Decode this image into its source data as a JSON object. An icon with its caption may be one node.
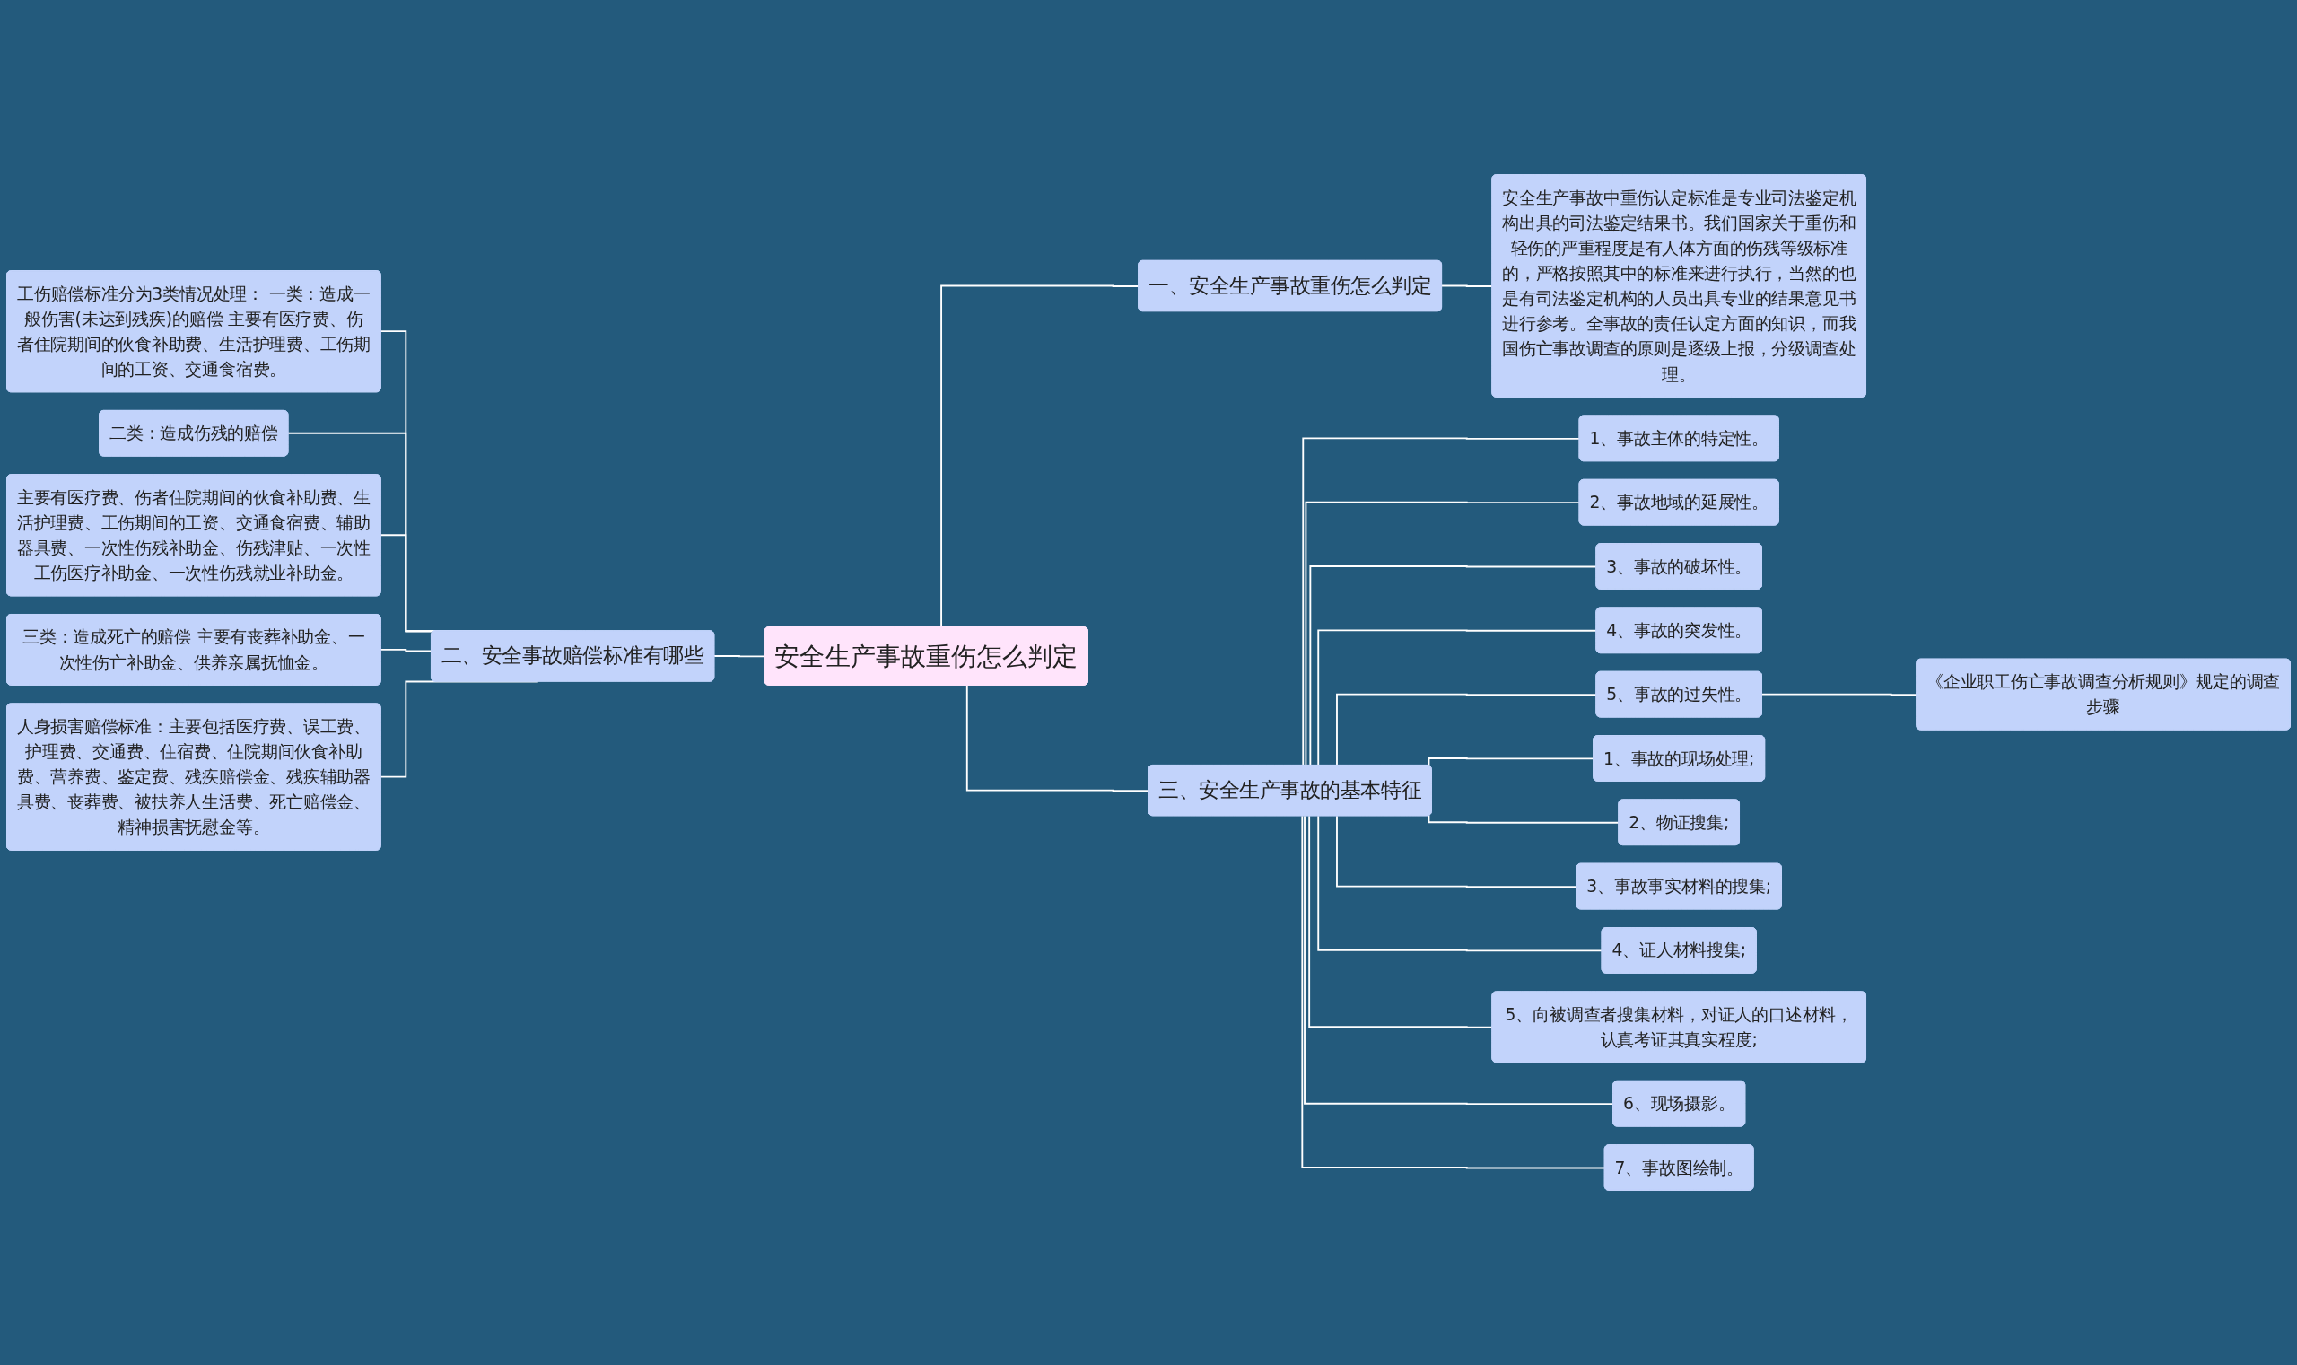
{
  "diagram": {
    "nodes": [
      {
        "text": [
          "安全生产事故重伤怎么判定"
        ]
      },
      {
        "text": [
          "一、安全生产事故重伤怎么判定"
        ]
      },
      {
        "text": [
          "安全生产事故中重伤认定标准是专业司法鉴定机构出具的司法鉴定结果书。我们国家关于重伤和轻伤的严重程度是有人体方面的伤残等级标准的，严格按照其中的标准来进行执行，当然的也是有司法鉴定机构的人员出具专业的结果意见书进行参考。全事故的责任认定方面的知识，而我国伤亡事故调查的原则是逐级上报，分级调查处理。"
        ]
      },
      {
        "text": [
          "三、安全生产事故的基本特征"
        ]
      },
      {
        "text": [
          "1、事故主体的特定性。"
        ]
      },
      {
        "text": [
          "2、事故地域的延展性。"
        ]
      },
      {
        "text": [
          "3、事故的破坏性。"
        ]
      },
      {
        "text": [
          "4、事故的突发性。"
        ]
      },
      {
        "text": [
          "5、事故的过失性。"
        ]
      },
      {
        "text": [
          "《企业职工伤亡事故调查分析规则》规定的调查步骤"
        ]
      },
      {
        "text": [
          "1、事故的现场处理;"
        ]
      },
      {
        "text": [
          "2、物证搜集;"
        ]
      },
      {
        "text": [
          "3、事故事实材料的搜集;"
        ]
      },
      {
        "text": [
          "4、证人材料搜集;"
        ]
      },
      {
        "text": [
          "5、向被调查者搜集材料，对证人的口述材料，认真考证其真实程度;"
        ]
      },
      {
        "text": [
          "6、现场摄影。"
        ]
      },
      {
        "text": [
          "7、事故图绘制。"
        ]
      },
      {
        "text": [
          "二、安全事故赔偿标准有哪些"
        ]
      },
      {
        "text": [
          "工伤赔偿标准分为3类情况处理： 一类：造成一般伤害(未达到残疾)的赔偿 主要有医疗费、伤者住院期间的伙食补助费、生活护理费、工伤期间的工资、交通食宿费。"
        ]
      },
      {
        "text": [
          "二类：造成伤残的赔偿"
        ]
      },
      {
        "text": [
          "主要有医疗费、伤者住院期间的伙食补助费、生活护理费、工伤期间的工资、交通食宿费、辅助器具费、一次性伤残补助金、伤残津贴、一次性工伤医疗补助金、一次性伤残就业补助金。"
        ]
      },
      {
        "text": [
          "三类：造成死亡的赔偿 主要有丧葬补助金、一次性伤亡补助金、供养亲属抚恤金。"
        ]
      },
      {
        "text": [
          "人身损害赔偿标准：主要包括医疗费、误工费、护理费、交通费、住宿费、住院期间伙食补助费、营养费、鉴定费、残疾赔偿金、残疾辅助器具费、丧葬费、被扶养人生活费、死亡赔偿金、精神损害抚慰金等。"
        ]
      }
    ],
    "edges": [
      {
        "from": 0,
        "to": 1,
        "arrow": "none"
      },
      {
        "from": 1,
        "to": 2,
        "arrow": "none"
      },
      {
        "from": 0,
        "to": 3,
        "arrow": "none"
      },
      {
        "from": 3,
        "to": 4,
        "arrow": "none"
      },
      {
        "from": 3,
        "to": 5,
        "arrow": "none"
      },
      {
        "from": 3,
        "to": 6,
        "arrow": "none"
      },
      {
        "from": 3,
        "to": 7,
        "arrow": "none"
      },
      {
        "from": 3,
        "to": 8,
        "arrow": "none"
      },
      {
        "from": 8,
        "to": 9,
        "arrow": "none"
      },
      {
        "from": 3,
        "to": 10,
        "arrow": "none"
      },
      {
        "from": 3,
        "to": 11,
        "arrow": "none"
      },
      {
        "from": 3,
        "to": 12,
        "arrow": "none"
      },
      {
        "from": 3,
        "to": 13,
        "arrow": "none"
      },
      {
        "from": 3,
        "to": 14,
        "arrow": "none"
      },
      {
        "from": 3,
        "to": 15,
        "arrow": "none"
      },
      {
        "from": 3,
        "to": 16,
        "arrow": "none"
      },
      {
        "from": 0,
        "to": 17,
        "arrow": "none"
      },
      {
        "from": 17,
        "to": 18,
        "arrow": "none"
      },
      {
        "from": 17,
        "to": 19,
        "arrow": "none"
      },
      {
        "from": 17,
        "to": 20,
        "arrow": "none"
      },
      {
        "from": 17,
        "to": 21,
        "arrow": "none"
      },
      {
        "from": 17,
        "to": 22,
        "arrow": "none"
      }
    ]
  }
}
